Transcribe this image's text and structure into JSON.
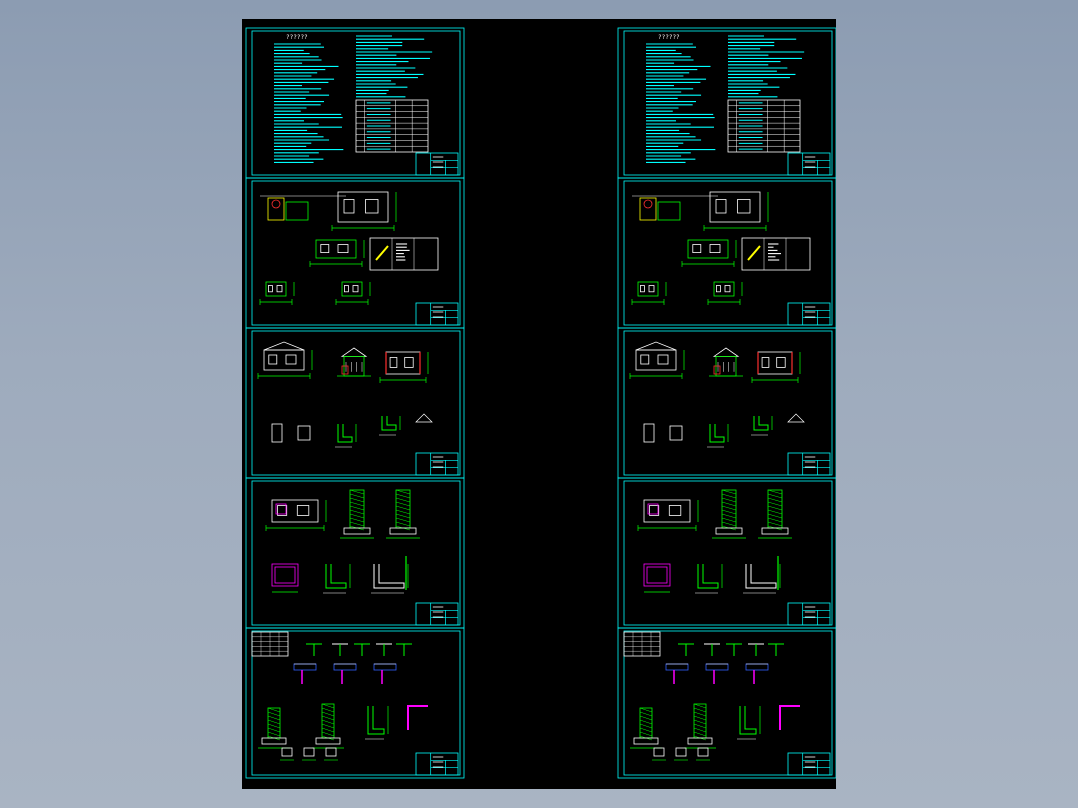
{
  "app": {
    "window_title": "",
    "background_color": "#96a4b8",
    "canvas_color": "#000000"
  },
  "drawing_set": {
    "columns": 2,
    "sheets_per_column": 5,
    "sheet_labels": [
      "cover-notes",
      "site-plan-sections",
      "elevations-details",
      "foundation-walls",
      "construction-details"
    ],
    "colors": {
      "frame": "#00ffff",
      "notes_text": "#00ffff",
      "geometry": "#00ff00",
      "dimension": "#00ff00",
      "accent_red": "#ff3030",
      "accent_magenta": "#ff00ff",
      "accent_yellow": "#ffff00",
      "white": "#ffffff",
      "blue": "#3060ff"
    },
    "title_block": {
      "col_1_heading": "??????",
      "col_2_heading": "??????"
    }
  }
}
